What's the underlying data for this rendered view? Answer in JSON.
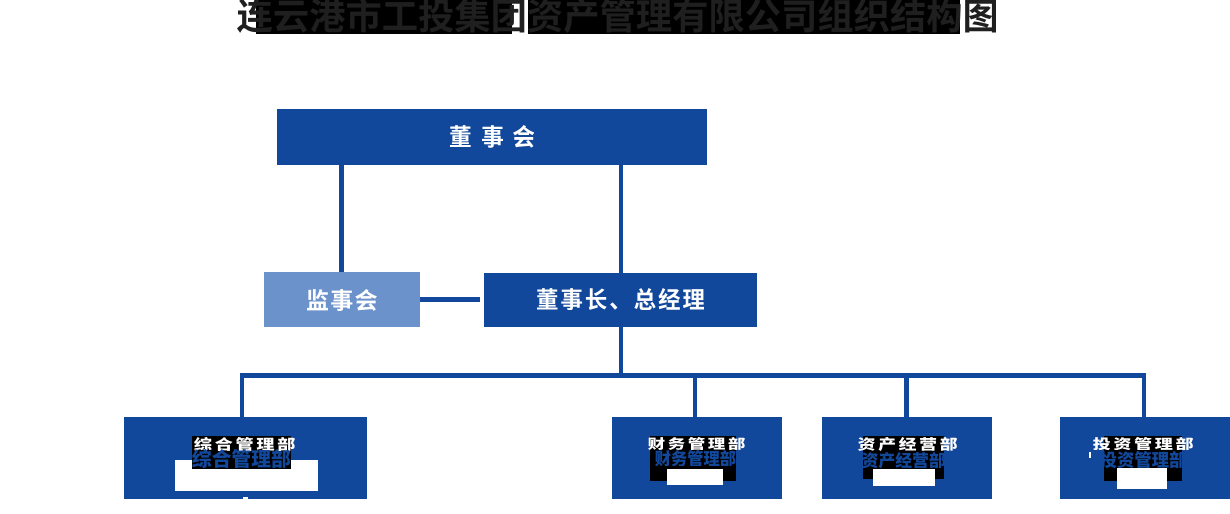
{
  "title": {
    "text": "连云港市工投集团资产管理有限公司组织结构图"
  },
  "colors": {
    "node_blue": "#12489B",
    "node_light_blue": "#6C92CC",
    "connector_blue": "#12489B",
    "fallback_black": "#000000",
    "title_ink": "#1F1F1F",
    "white": "#FFFFFF",
    "background": "#FFFFFF"
  },
  "chart_data": {
    "type": "org-chart",
    "title": "连云港市工投集团资产管理有限公司组织结构图",
    "nodes": {
      "board": {
        "label": "董 事 会",
        "level": 1
      },
      "supervisors": {
        "label": "监事会",
        "level": 2
      },
      "chairman_gm": {
        "label": "董事长、总经理",
        "level": 2
      },
      "departments": [
        {
          "label": "综合管理部"
        },
        {
          "label": "财务管理部"
        },
        {
          "label": "资产经营部"
        },
        {
          "label": "投资管理部"
        }
      ]
    },
    "edges": [
      [
        "board",
        "supervisors"
      ],
      [
        "board",
        "chairman_gm"
      ],
      [
        "supervisors",
        "chairman_gm"
      ],
      [
        "chairman_gm",
        "综合管理部"
      ],
      [
        "chairman_gm",
        "财务管理部"
      ],
      [
        "chairman_gm",
        "资产经营部"
      ],
      [
        "chairman_gm",
        "投资管理部"
      ]
    ]
  }
}
